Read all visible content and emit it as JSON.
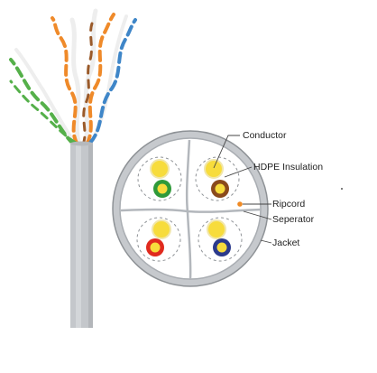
{
  "diagram": {
    "labels": {
      "conductor": "Conductor",
      "insulation": "HDPE Insulation",
      "ripcord": "Ripcord",
      "separator": "Seperator",
      "jacket": "Jacket"
    },
    "colors": {
      "jacket": "#c7cace",
      "jacket_edge": "#8e9296",
      "separator": "#a9adb2",
      "conductor": "#f7dc3c",
      "ripcord": "#f08a24",
      "pair_green": "#2f9a3a",
      "pair_brown": "#8a4a1c",
      "pair_red": "#e02a1e",
      "pair_blue": "#2b3a8c",
      "wire_orange": "#ef8a2a",
      "wire_green": "#55b04a",
      "wire_blue": "#3f86c8",
      "wire_brown": "#9a5a2a"
    }
  }
}
